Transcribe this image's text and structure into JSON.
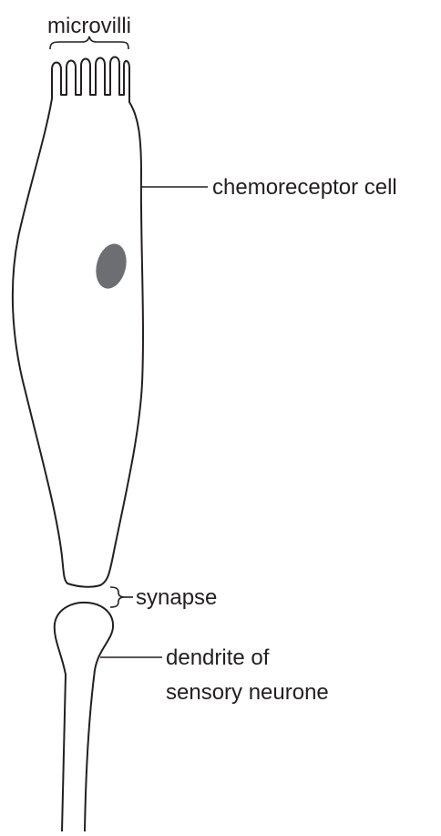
{
  "labels": {
    "microvilli": "microvilli",
    "chemoreceptor_cell": "chemoreceptor cell",
    "synapse": "synapse",
    "dendrite_line1": "dendrite of",
    "dendrite_line2": "sensory neurone"
  },
  "colors": {
    "outline": "#231f20",
    "nucleus": "#6d6e71",
    "background": "#ffffff"
  }
}
